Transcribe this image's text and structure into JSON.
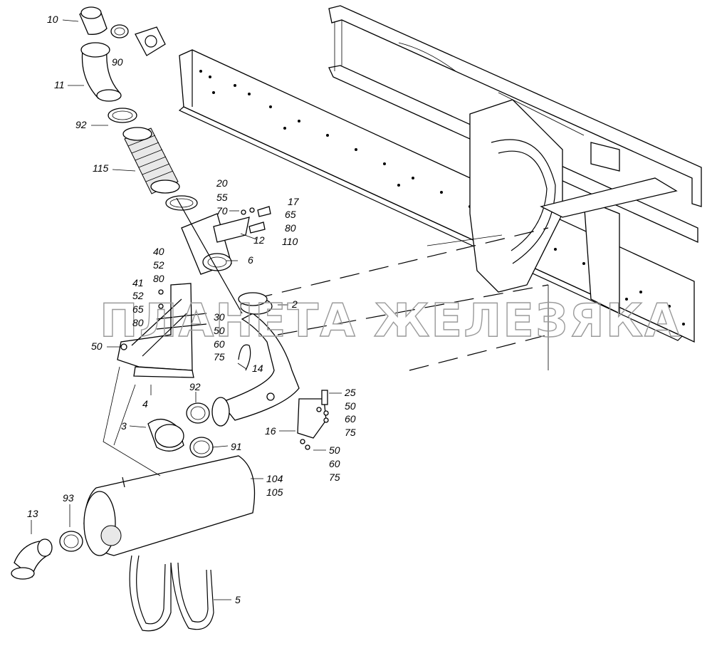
{
  "watermark": "ПЛАНЕТА ЖЕЛЕЗЯКА",
  "labels": [
    {
      "id": "10",
      "text": "10"
    },
    {
      "id": "90",
      "text": "90"
    },
    {
      "id": "11",
      "text": "11"
    },
    {
      "id": "92a",
      "text": "92"
    },
    {
      "id": "115",
      "text": "115"
    },
    {
      "id": "20",
      "text": "20"
    },
    {
      "id": "55",
      "text": "55"
    },
    {
      "id": "70",
      "text": "70"
    },
    {
      "id": "17",
      "text": "17"
    },
    {
      "id": "65a",
      "text": "65"
    },
    {
      "id": "80a",
      "text": "80"
    },
    {
      "id": "12",
      "text": "12"
    },
    {
      "id": "110",
      "text": "110"
    },
    {
      "id": "6",
      "text": "6"
    },
    {
      "id": "40",
      "text": "40"
    },
    {
      "id": "52a",
      "text": "52"
    },
    {
      "id": "80b",
      "text": "80"
    },
    {
      "id": "41",
      "text": "41"
    },
    {
      "id": "52b",
      "text": "52"
    },
    {
      "id": "65b",
      "text": "65"
    },
    {
      "id": "80c",
      "text": "80"
    },
    {
      "id": "30",
      "text": "30"
    },
    {
      "id": "50a",
      "text": "50"
    },
    {
      "id": "60a",
      "text": "60"
    },
    {
      "id": "75a",
      "text": "75"
    },
    {
      "id": "2",
      "text": "2"
    },
    {
      "id": "50b",
      "text": "50"
    },
    {
      "id": "14",
      "text": "14"
    },
    {
      "id": "4",
      "text": "4"
    },
    {
      "id": "92b",
      "text": "92"
    },
    {
      "id": "25",
      "text": "25"
    },
    {
      "id": "50c",
      "text": "50"
    },
    {
      "id": "60b",
      "text": "60"
    },
    {
      "id": "75b",
      "text": "75"
    },
    {
      "id": "16",
      "text": "16"
    },
    {
      "id": "3",
      "text": "3"
    },
    {
      "id": "91",
      "text": "91"
    },
    {
      "id": "50d",
      "text": "50"
    },
    {
      "id": "60c",
      "text": "60"
    },
    {
      "id": "75c",
      "text": "75"
    },
    {
      "id": "104",
      "text": "104"
    },
    {
      "id": "105",
      "text": "105"
    },
    {
      "id": "93",
      "text": "93"
    },
    {
      "id": "13",
      "text": "13"
    },
    {
      "id": "5",
      "text": "5"
    }
  ]
}
